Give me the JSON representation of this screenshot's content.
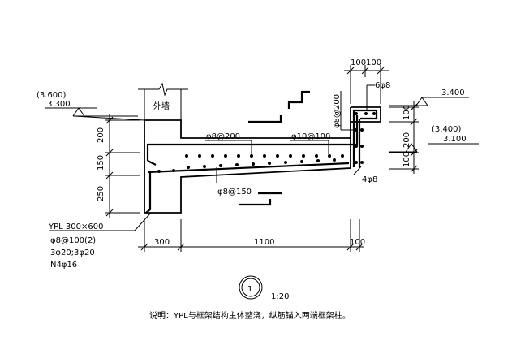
{
  "levels": {
    "left_upper": "(3.600)",
    "left_lower": "3.300",
    "right_top": "3.400",
    "right_mid_upper": "(3.400)",
    "right_mid_lower": "3.100"
  },
  "wall_label": "外墙",
  "left_dims": [
    "200",
    "150",
    "250"
  ],
  "right_dims": [
    "100",
    "200",
    "100"
  ],
  "top_dims": [
    "100",
    "100"
  ],
  "bottom_dims": [
    "300",
    "1100",
    "100"
  ],
  "rebar_labels": {
    "top_bar": "φ8@200",
    "main_bar": "φ10@100",
    "vertical_bar": "φ8@200",
    "tip_bar": "6φ8",
    "bottom_bar": "φ8@150",
    "corner_bar": "4φ8"
  },
  "beam_info": {
    "name": "YPL  300×600",
    "stirrup": "φ8@100(2)",
    "longitudinal": "3φ20;3φ20",
    "side": "N4φ16"
  },
  "detail": {
    "number": "1",
    "scale": "1:20"
  },
  "note": "说明：YPL与框架结构主体整浇，纵筋锚入两端框架柱。"
}
